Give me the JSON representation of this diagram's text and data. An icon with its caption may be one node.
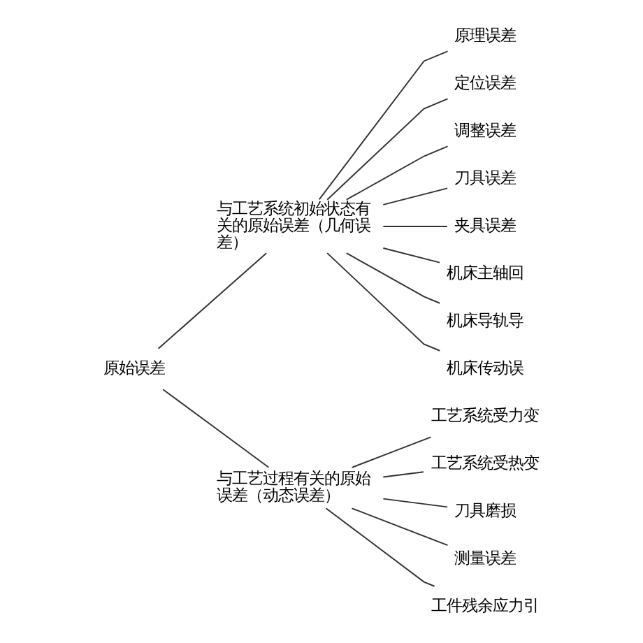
{
  "diagram": {
    "nodes": [
      {
        "text": [
          "原始误差"
        ]
      },
      {
        "text": [
          "与工艺系统初始状态有关的原始误差（几何误差）"
        ]
      },
      {
        "text": [
          "原理误差"
        ]
      },
      {
        "text": [
          "定位误差"
        ]
      },
      {
        "text": [
          "调整误差"
        ]
      },
      {
        "text": [
          "刀具误差"
        ]
      },
      {
        "text": [
          "夹具误差"
        ]
      },
      {
        "text": [
          "机床主轴回"
        ]
      },
      {
        "text": [
          "机床导轨导"
        ]
      },
      {
        "text": [
          "机床传动误"
        ]
      },
      {
        "text": [
          "与工艺过程有关的原始误差（动态误差）"
        ]
      },
      {
        "text": [
          "工艺系统受力变"
        ]
      },
      {
        "text": [
          "工艺系统受热变"
        ]
      },
      {
        "text": [
          "刀具磨损"
        ]
      },
      {
        "text": [
          "测量误差"
        ]
      },
      {
        "text": [
          "工件残余应力引"
        ]
      }
    ],
    "edges": [
      {
        "from": 0,
        "to": 1,
        "arrow": "none"
      },
      {
        "from": 0,
        "to": 10,
        "arrow": "none"
      },
      {
        "from": 1,
        "to": 2,
        "arrow": "none"
      },
      {
        "from": 1,
        "to": 3,
        "arrow": "none"
      },
      {
        "from": 1,
        "to": 4,
        "arrow": "none"
      },
      {
        "from": 1,
        "to": 5,
        "arrow": "none"
      },
      {
        "from": 1,
        "to": 6,
        "arrow": "none"
      },
      {
        "from": 1,
        "to": 7,
        "arrow": "none"
      },
      {
        "from": 1,
        "to": 8,
        "arrow": "none"
      },
      {
        "from": 1,
        "to": 9,
        "arrow": "none"
      },
      {
        "from": 10,
        "to": 11,
        "arrow": "none"
      },
      {
        "from": 10,
        "to": 12,
        "arrow": "none"
      },
      {
        "from": 10,
        "to": 13,
        "arrow": "none"
      },
      {
        "from": 10,
        "to": 14,
        "arrow": "none"
      },
      {
        "from": 10,
        "to": 15,
        "arrow": "none"
      }
    ]
  }
}
